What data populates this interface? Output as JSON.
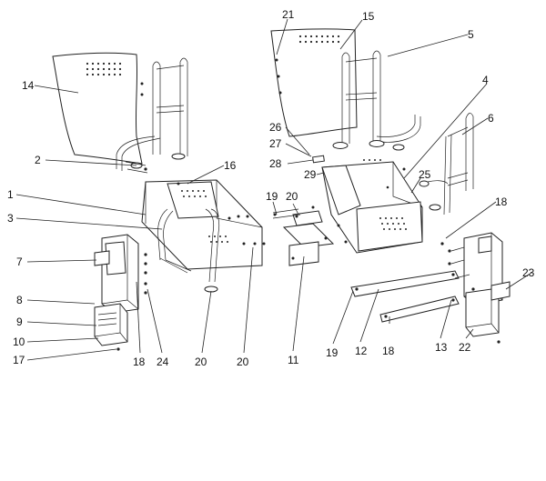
{
  "callouts": [
    {
      "id": "c1",
      "text": "1"
    },
    {
      "id": "c2",
      "text": "2"
    },
    {
      "id": "c3",
      "text": "3"
    },
    {
      "id": "c4",
      "text": "4"
    },
    {
      "id": "c5",
      "text": "5"
    },
    {
      "id": "c6",
      "text": "6"
    },
    {
      "id": "c7",
      "text": "7"
    },
    {
      "id": "c8",
      "text": "8"
    },
    {
      "id": "c9",
      "text": "9"
    },
    {
      "id": "c10",
      "text": "10"
    },
    {
      "id": "c11",
      "text": "11"
    },
    {
      "id": "c12",
      "text": "12"
    },
    {
      "id": "c13",
      "text": "13"
    },
    {
      "id": "c14",
      "text": "14"
    },
    {
      "id": "c15",
      "text": "15"
    },
    {
      "id": "c16",
      "text": "16"
    },
    {
      "id": "c17",
      "text": "17"
    },
    {
      "id": "c18a",
      "text": "18"
    },
    {
      "id": "c18b",
      "text": "18"
    },
    {
      "id": "c18c",
      "text": "18"
    },
    {
      "id": "c19a",
      "text": "19"
    },
    {
      "id": "c19b",
      "text": "19"
    },
    {
      "id": "c20a",
      "text": "20"
    },
    {
      "id": "c20b",
      "text": "20"
    },
    {
      "id": "c20c",
      "text": "20"
    },
    {
      "id": "c21",
      "text": "21"
    },
    {
      "id": "c22",
      "text": "22"
    },
    {
      "id": "c23",
      "text": "23"
    },
    {
      "id": "c24",
      "text": "24"
    },
    {
      "id": "c25",
      "text": "25"
    },
    {
      "id": "c26",
      "text": "26"
    },
    {
      "id": "c27",
      "text": "27"
    },
    {
      "id": "c28",
      "text": "28"
    },
    {
      "id": "c29",
      "text": "29"
    }
  ]
}
